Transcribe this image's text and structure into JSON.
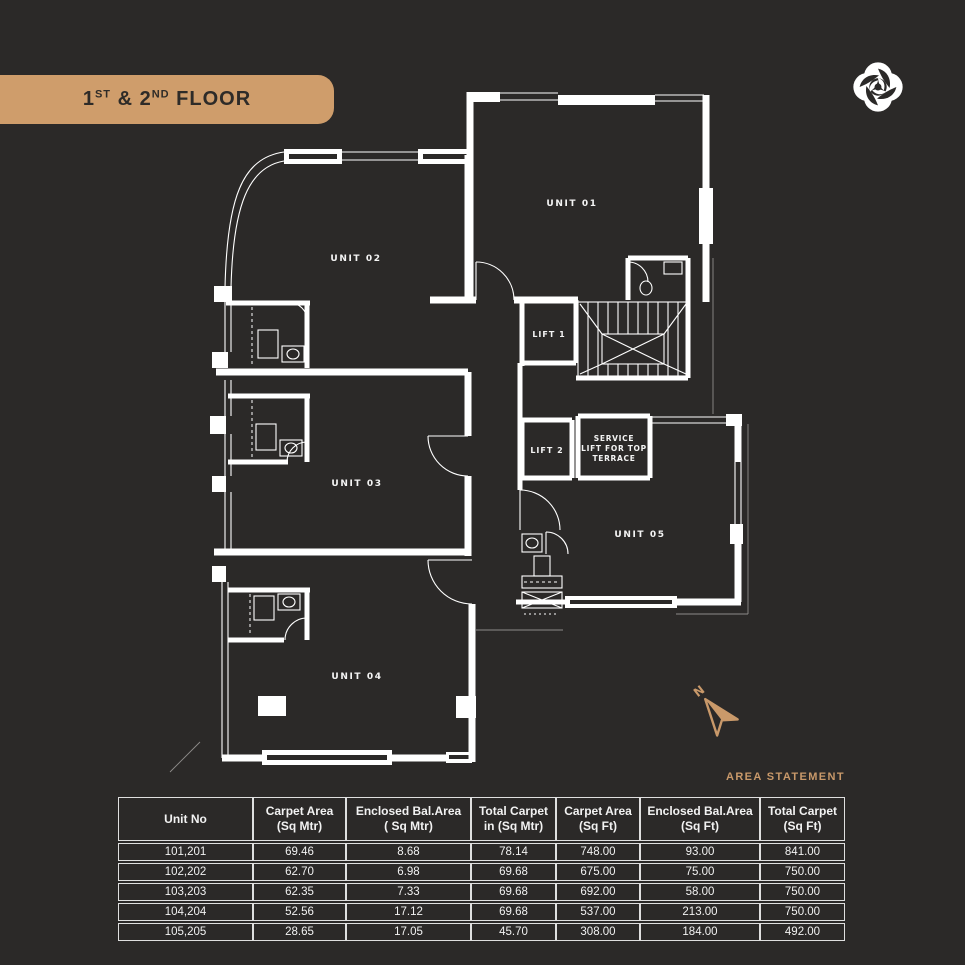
{
  "badge": {
    "part1": "1",
    "sup1": "ST",
    "part2": " & 2",
    "sup2": "ND",
    "part3": " FLOOR"
  },
  "colors": {
    "background": "#2b2928",
    "accent_tan": "#cf9d6b",
    "wall": "#ffffff",
    "table_border": "#dfdfdf"
  },
  "plan": {
    "unit01": "UNIT 01",
    "unit02": "UNIT 02",
    "unit03": "UNIT 03",
    "unit04": "UNIT 04",
    "unit05": "UNIT 05",
    "lift1": "LIFT 1",
    "lift2": "LIFT 2",
    "service_lift_line1": "SERVICE",
    "service_lift_line2": "LIFT FOR TOP",
    "service_lift_line3": "TERRACE",
    "north_label": "N"
  },
  "area_statement_label": "AREA STATEMENT",
  "table": {
    "headers": [
      {
        "l1": "Unit No",
        "l2": ""
      },
      {
        "l1": "Carpet Area",
        "l2": "(Sq Mtr)"
      },
      {
        "l1": "Enclosed Bal.Area",
        "l2": "( Sq Mtr)"
      },
      {
        "l1": "Total Carpet",
        "l2": "in (Sq Mtr)"
      },
      {
        "l1": "Carpet Area",
        "l2": "(Sq Ft)"
      },
      {
        "l1": "Enclosed Bal.Area",
        "l2": "(Sq Ft)"
      },
      {
        "l1": "Total Carpet",
        "l2": "(Sq Ft)"
      }
    ],
    "rows": [
      {
        "c0": "101,201",
        "c1": "69.46",
        "c2": "8.68",
        "c3": "78.14",
        "c4": "748.00",
        "c5": "93.00",
        "c6": "841.00"
      },
      {
        "c0": "102,202",
        "c1": "62.70",
        "c2": "6.98",
        "c3": "69.68",
        "c4": "675.00",
        "c5": "75.00",
        "c6": "750.00"
      },
      {
        "c0": "103,203",
        "c1": "62.35",
        "c2": "7.33",
        "c3": "69.68",
        "c4": "692.00",
        "c5": "58.00",
        "c6": "750.00"
      },
      {
        "c0": "104,204",
        "c1": "52.56",
        "c2": "17.12",
        "c3": "69.68",
        "c4": "537.00",
        "c5": "213.00",
        "c6": "750.00"
      },
      {
        "c0": "105,205",
        "c1": "28.65",
        "c2": "17.05",
        "c3": "45.70",
        "c4": "308.00",
        "c5": "184.00",
        "c6": "492.00"
      }
    ]
  }
}
